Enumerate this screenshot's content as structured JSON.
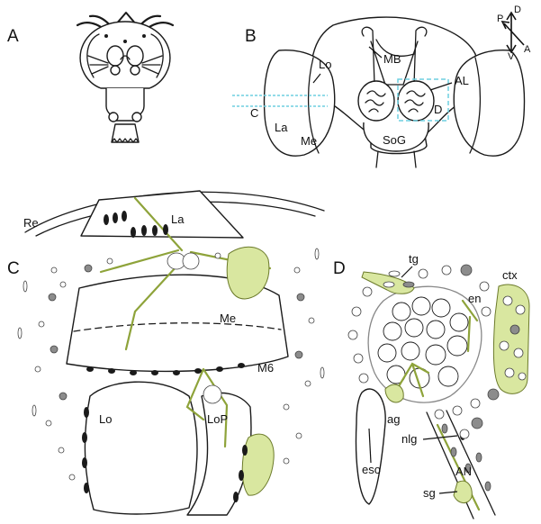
{
  "panels": {
    "a": "A",
    "b": "B",
    "c": "C",
    "d": "D"
  },
  "panel_b": {
    "lo": "Lo",
    "la": "La",
    "me": "Me",
    "mb": "MB",
    "al": "AL",
    "sog": "SoG",
    "section_c": "C",
    "section_d": "D"
  },
  "compass": {
    "d": "D",
    "v": "V",
    "p": "P",
    "a": "A"
  },
  "panel_c": {
    "re": "Re",
    "la": "La",
    "me": "Me",
    "m6": "M6",
    "lo": "Lo",
    "lop": "LoP"
  },
  "panel_d": {
    "tg": "tg",
    "en": "en",
    "ctx": "ctx",
    "ag": "ag",
    "eso": "eso",
    "nlg": "nlg",
    "an": "AN",
    "sg": "sg"
  },
  "colors": {
    "glia_fill": "#d9e7a0",
    "glia_stroke": "#6b7a2a",
    "section_box": "#6ecfe0"
  }
}
